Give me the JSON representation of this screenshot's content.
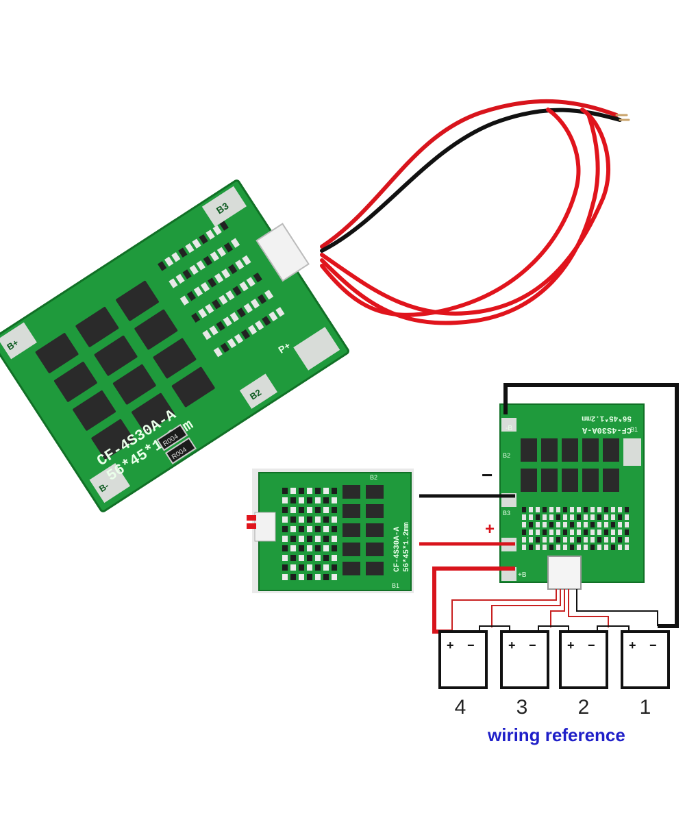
{
  "pcb_main": {
    "model_line1": "CF-4S30A-A",
    "model_line2": "56*45*1.2mm",
    "pad_b3": "B3",
    "pad_b2": "B2",
    "pad_b_plus": "B+",
    "pad_b_minus": "B-",
    "pad_p_plus": "P+",
    "resistor_r1": "R004",
    "resistor_r2": "R004"
  },
  "pcb_back": {
    "model_line1": "CF-4S30A-A",
    "model_line2": "56*45*1.2mm",
    "pad_b1": "B1",
    "pad_b2": "B2"
  },
  "pcb_diagram": {
    "model_text": "CF-4S30A-A",
    "size_text": "56*45*1.2mm",
    "pad_b_minus": "-B",
    "pad_b_plus": "+B",
    "pad_b1": "B1",
    "pad_b2": "B2",
    "pad_b3": "B3"
  },
  "wiring": {
    "minus_sign": "−",
    "plus_sign": "+",
    "cells": [
      {
        "number": "4",
        "plus": "+",
        "minus": "−"
      },
      {
        "number": "3",
        "plus": "+",
        "minus": "−"
      },
      {
        "number": "2",
        "plus": "+",
        "minus": "−"
      },
      {
        "number": "1",
        "plus": "+",
        "minus": "−"
      }
    ],
    "caption": "wiring reference",
    "caption_color": "#1f1fc8",
    "wire_red": "#e0141c",
    "wire_black": "#111111"
  },
  "colors": {
    "pcb_green": "#1f9a3c",
    "pcb_dark": "#137a2c",
    "pad_silver": "#d8dcd8",
    "mosfet": "#2a2a2a"
  }
}
